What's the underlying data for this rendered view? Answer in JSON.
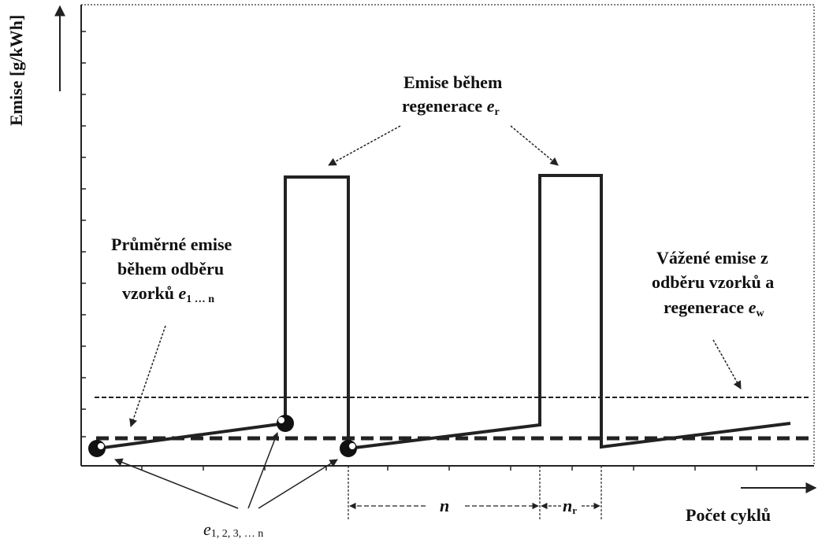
{
  "axes": {
    "y_label": "Emise [g/kWh]",
    "x_label": "Počet cyklů"
  },
  "labels": {
    "regeneration_line1": "Emise během",
    "regeneration_line2_prefix": "regenerace ",
    "regeneration_symbol": "e",
    "regeneration_subscript": "r",
    "average_line1": "Průměrné emise",
    "average_line2": "během odběru",
    "average_line3_prefix": "vzorků ",
    "average_symbol": "e",
    "average_subscript": "1 … n",
    "weighted_line1": "Vážené emise z",
    "weighted_line2": "odběru vzorků a",
    "weighted_line3_prefix": "regenerace ",
    "weighted_symbol": "e",
    "weighted_subscript": "w",
    "points_symbol": "e",
    "points_subscript": "1, 2, 3, … n",
    "interval_n": "n",
    "interval_nr_symbol": "n",
    "interval_nr_subscript": "r"
  }
}
